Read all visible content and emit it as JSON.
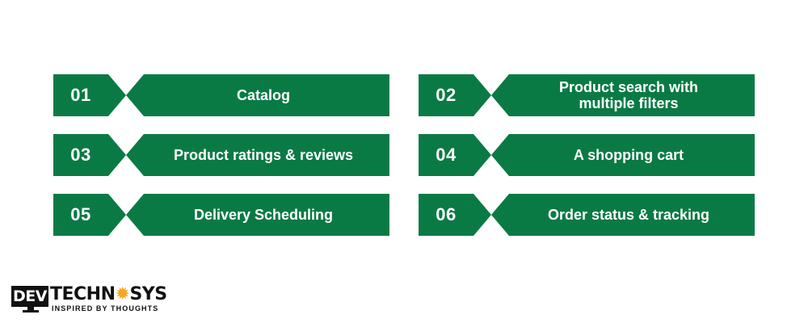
{
  "colors": {
    "card_green": "#0a7a45",
    "text": "#ffffff",
    "gear_accent": "#f5a623"
  },
  "features": [
    {
      "number": "01",
      "label": "Catalog"
    },
    {
      "number": "02",
      "label": "Product search with multiple filters"
    },
    {
      "number": "03",
      "label": "Product ratings & reviews"
    },
    {
      "number": "04",
      "label": "A shopping cart"
    },
    {
      "number": "05",
      "label": "Delivery Scheduling"
    },
    {
      "number": "06",
      "label": "Order status & tracking"
    }
  ],
  "logo": {
    "dev": "DEV",
    "brand_left": "TECHN",
    "brand_gear": "✹",
    "brand_right": "SYS",
    "tagline": "INSPIRED BY THOUGHTS"
  }
}
